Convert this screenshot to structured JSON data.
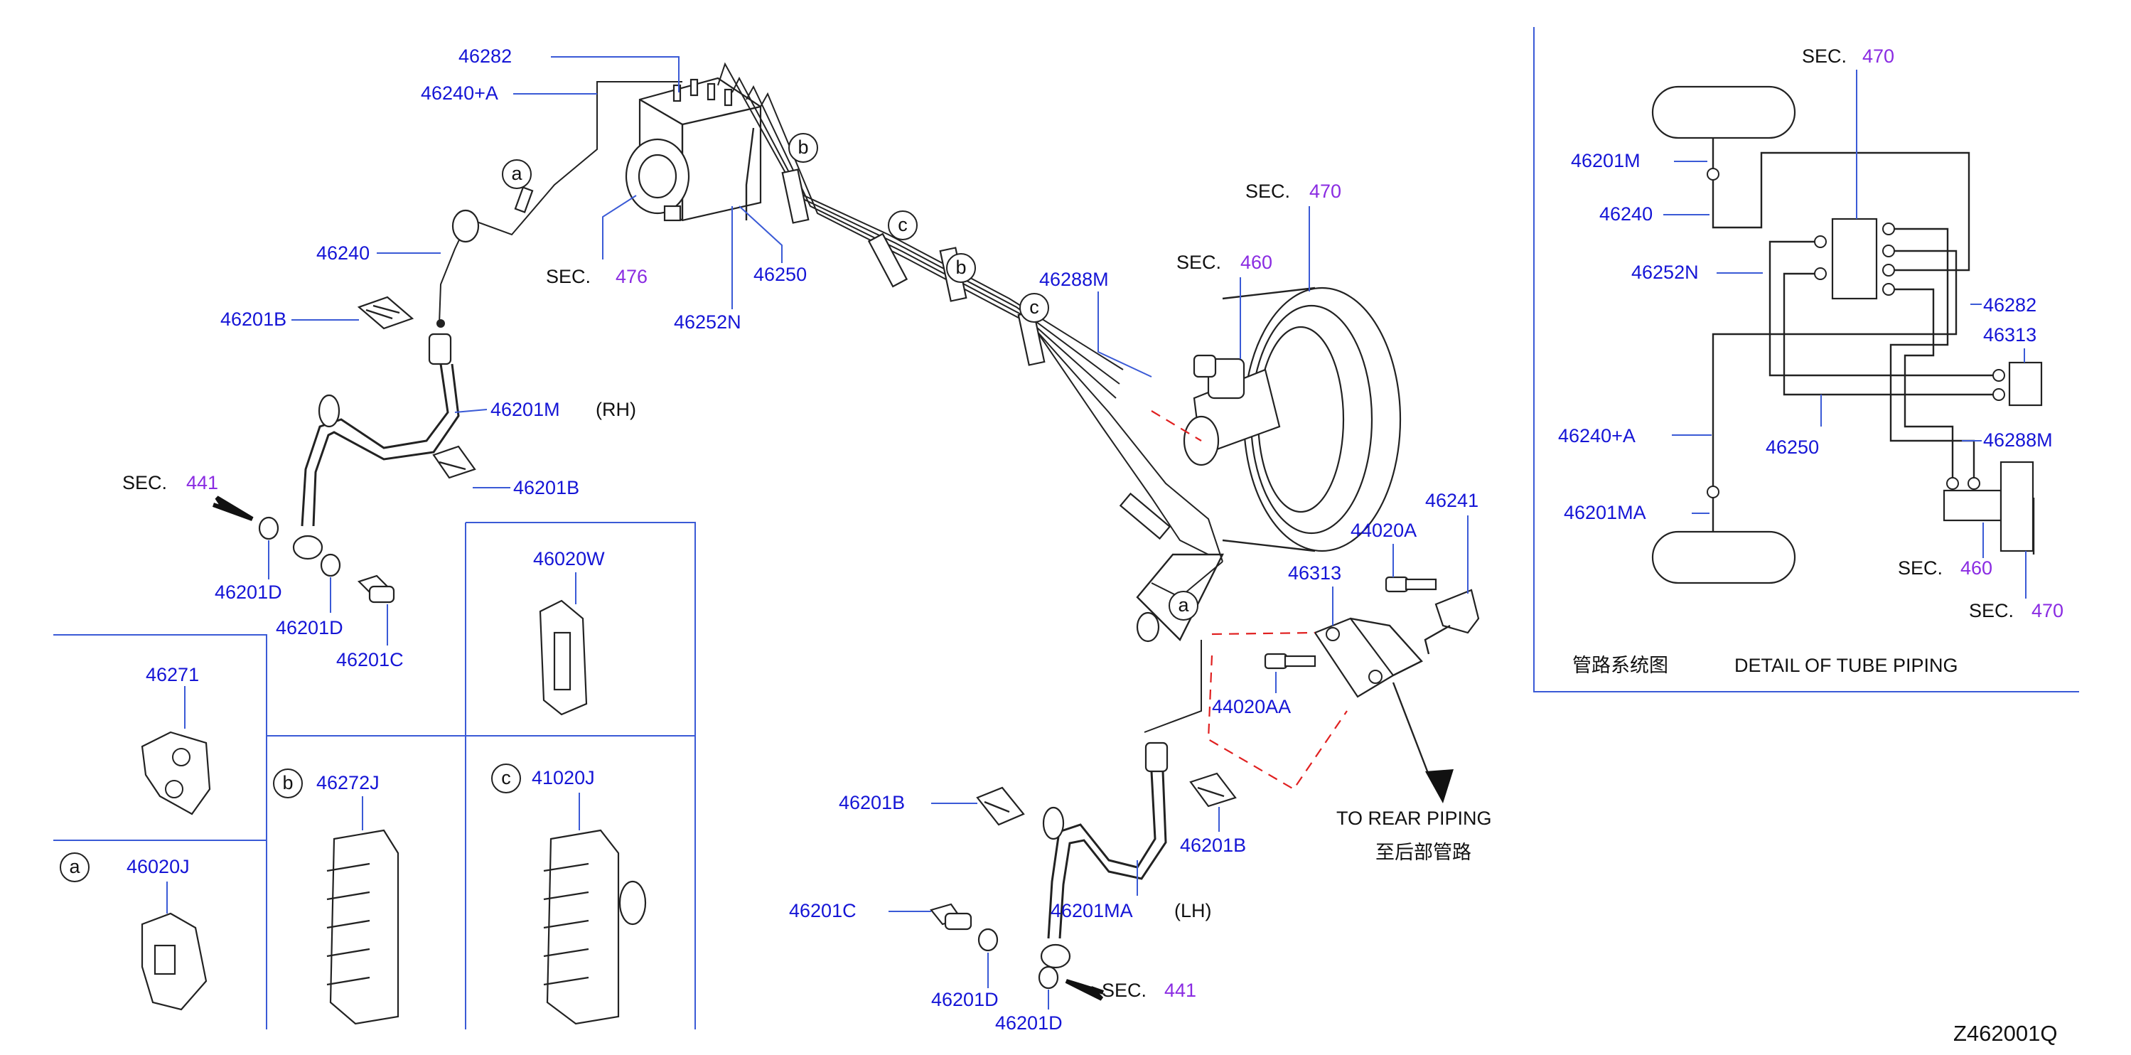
{
  "diagram_code": "Z462001Q",
  "section_prefix": "SEC.",
  "parts": {
    "p46282": "46282",
    "p46240A": "46240+A",
    "p46240": "46240",
    "p46201B_1": "46201B",
    "p46201M": "46201M",
    "rh": "(RH)",
    "p46201B_2": "46201B",
    "p46201D_1": "46201D",
    "p46201D_2": "46201D",
    "p46201C_1": "46201C",
    "p46250": "46250",
    "p46252N": "46252N",
    "p46288M": "46288M",
    "p46241": "46241",
    "p44020A": "44020A",
    "p46313": "46313",
    "p44020AA": "44020AA",
    "p46201B_3": "46201B",
    "p46201B_4": "46201B",
    "p46201C_2": "46201C",
    "p46201MA": "46201MA",
    "lh": "(LH)",
    "p46201D_3": "46201D",
    "p46201D_4": "46201D"
  },
  "sections": {
    "s476": "476",
    "s441_a": "441",
    "s441_b": "441",
    "s460": "460",
    "s470": "470"
  },
  "callouts": {
    "a": "a",
    "b": "b",
    "c": "c"
  },
  "clip_boxes": {
    "p46020W": "46020W",
    "p46271": "46271",
    "p46272J": "46272J",
    "p41020J": "41020J",
    "p46020J": "46020J"
  },
  "rear_piping": {
    "en": "TO  REAR  PIPING",
    "zh": "至后部管路"
  },
  "detail": {
    "zh_title": "管路系统图",
    "en_title": "DETAIL  OF  TUBE  PIPING",
    "sec470_top": "470",
    "sec460": "460",
    "sec470_bottom": "470",
    "p46201M": "46201M",
    "p46240": "46240",
    "p46252N": "46252N",
    "p46282": "46282",
    "p46313": "46313",
    "p46240A": "46240+A",
    "p46250": "46250",
    "p46288M": "46288M",
    "p46201MA": "46201MA"
  }
}
